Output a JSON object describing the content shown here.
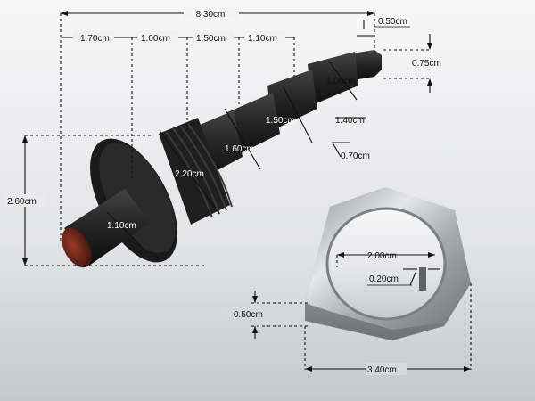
{
  "dimensions": {
    "total_length": "8.30cm",
    "seg_1": "1.70cm",
    "seg_2": "1.00cm",
    "seg_3": "1.50cm",
    "seg_4": "1.10cm",
    "tip_length": "0.50cm",
    "tip_diameter": "0.75cm",
    "step_1_diameter": "1.00cm",
    "step_2_diameter": "1.50cm",
    "step_2_length": "1.40cm",
    "step_3_diameter": "1.60cm",
    "step_3_length": "0.70cm",
    "thread_diameter": "2.20cm",
    "button_diameter": "1.10cm",
    "flange_diameter": "2.60cm",
    "nut_inner_diameter": "2.00cm",
    "nut_slot_width": "0.20cm",
    "nut_thickness": "0.50cm",
    "nut_across_flats": "3.40cm"
  },
  "colors": {
    "background_top": "#f7f7f8",
    "background_bottom": "#c9cbd0",
    "body_dark": "#1c1c1c",
    "body_mid": "#2e2e2e",
    "tip_red": "#7a2a1c",
    "nut_steel": "#b9bcc0"
  }
}
